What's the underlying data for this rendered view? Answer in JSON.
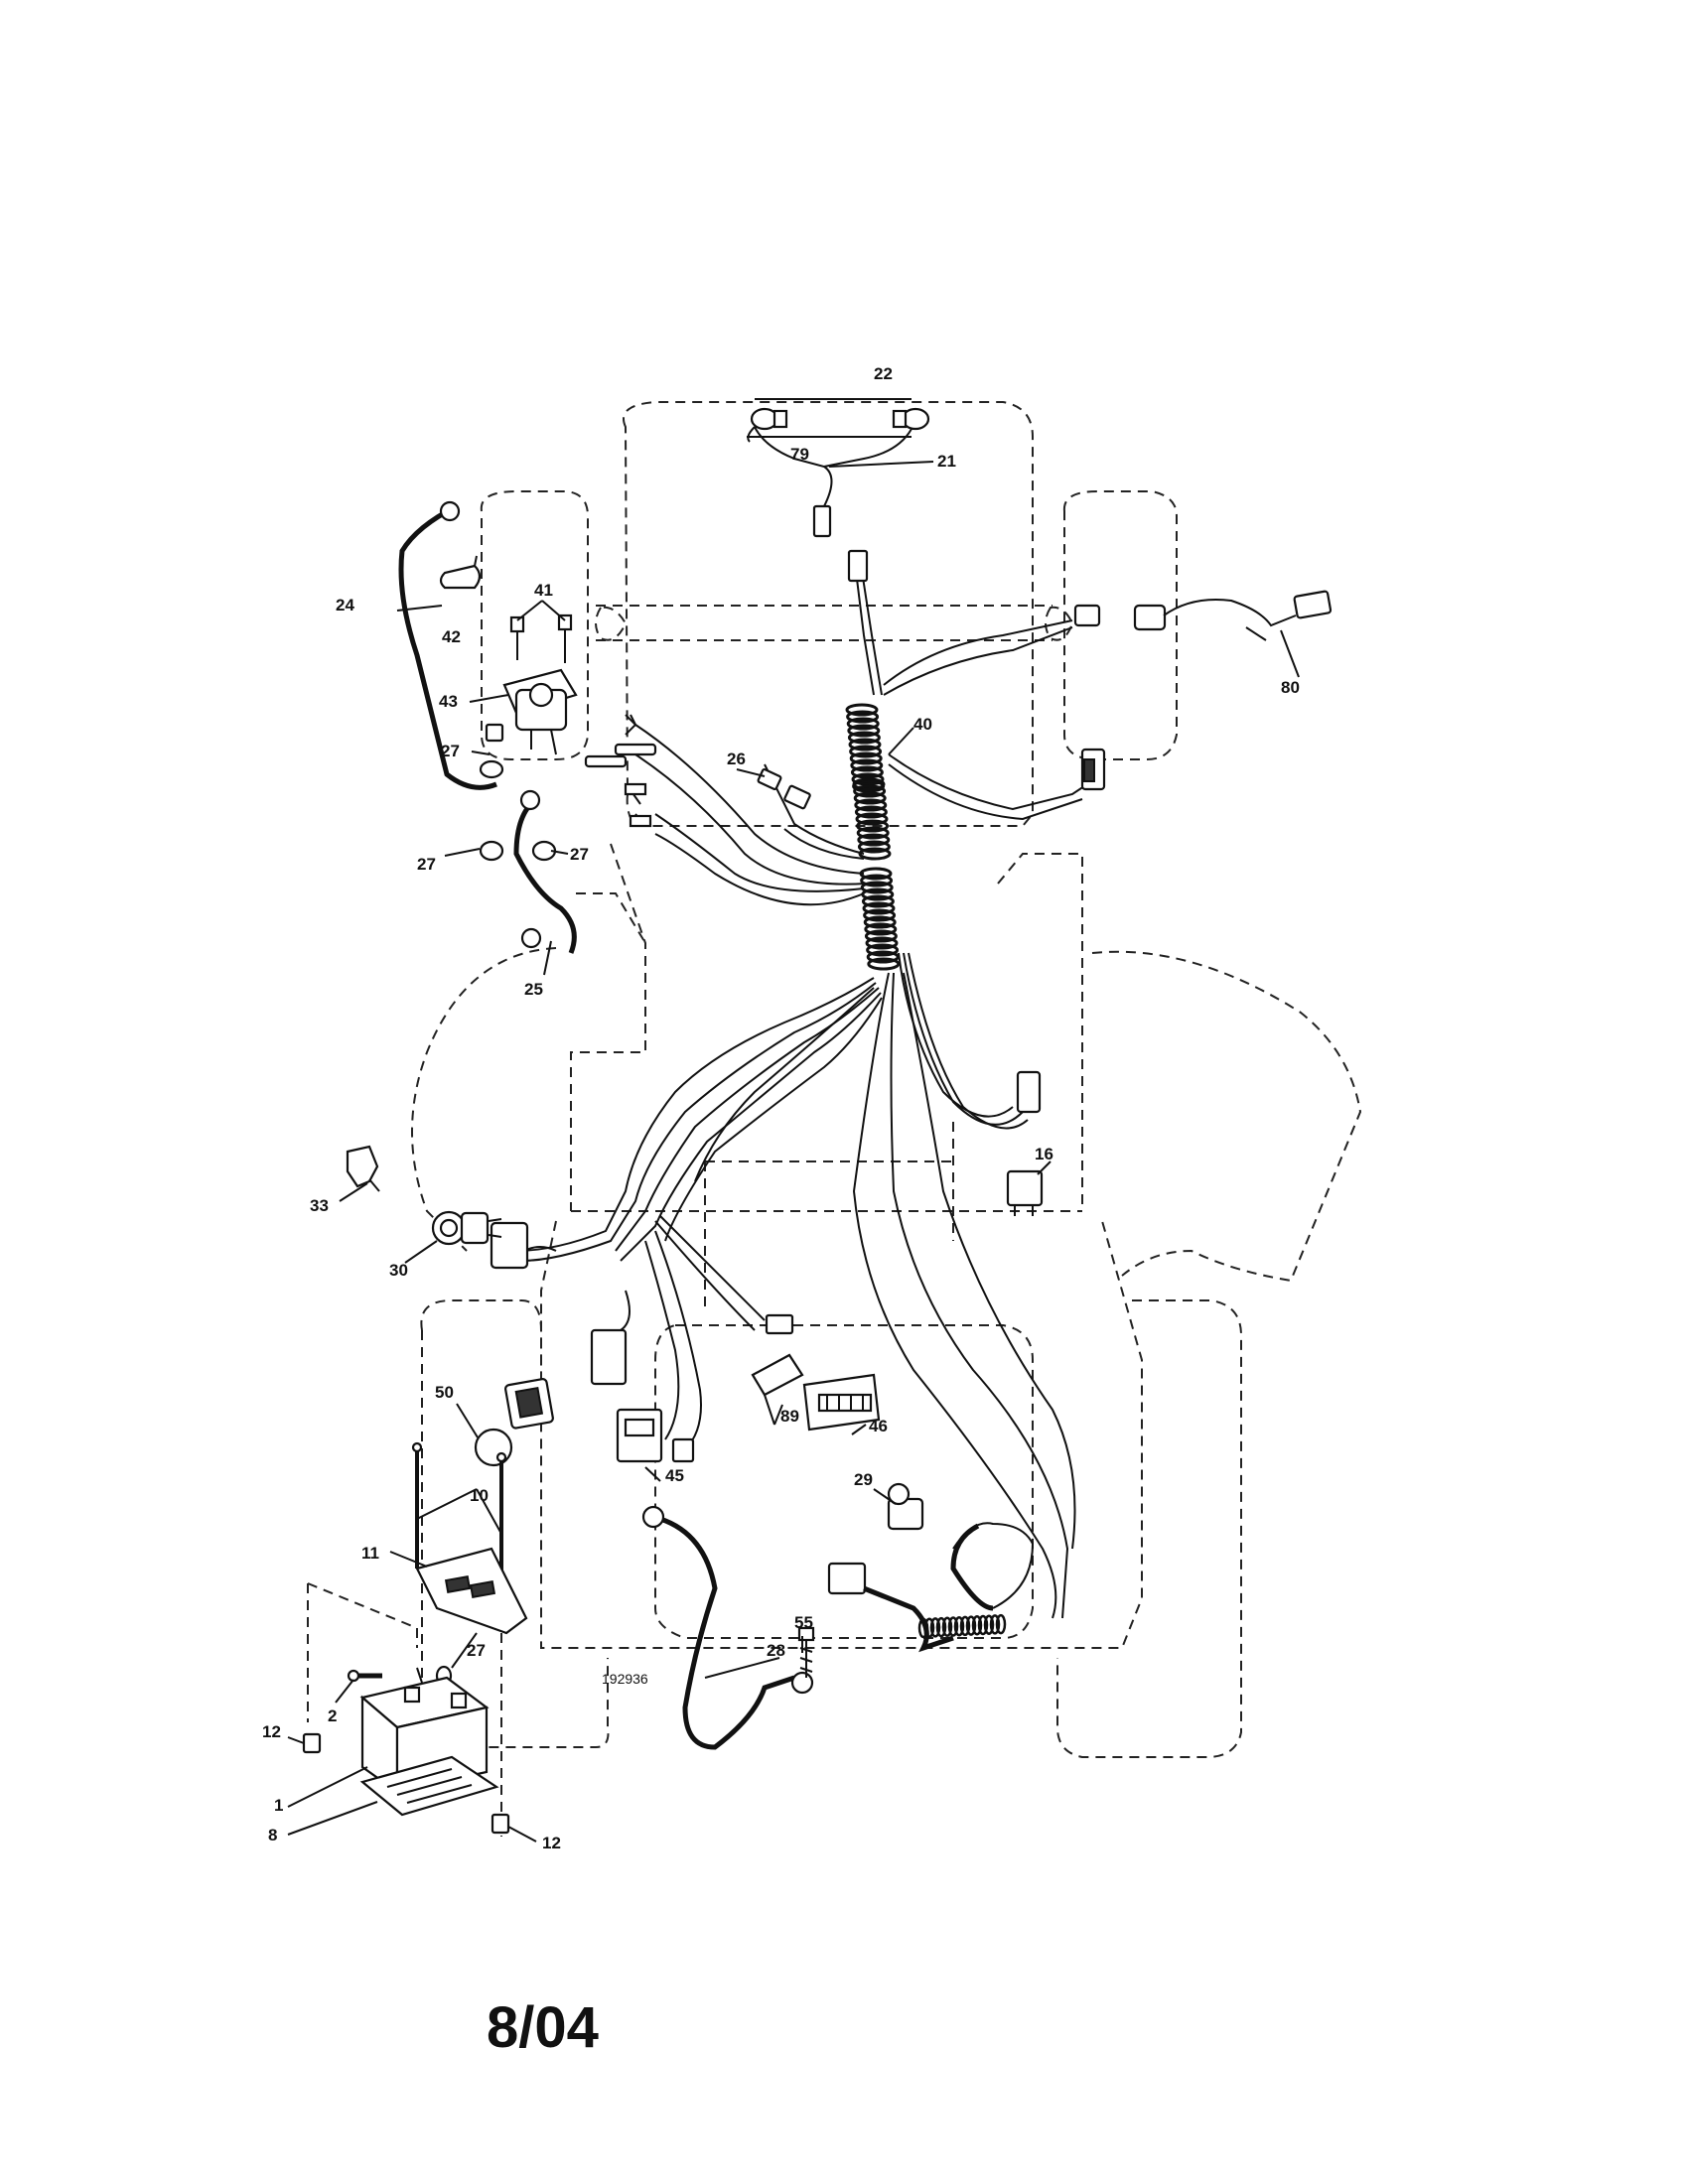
{
  "diagram": {
    "callouts": {
      "c1": "1",
      "c2": "2",
      "c8": "8",
      "c10": "10",
      "c11": "11",
      "c12a": "12",
      "c12b": "12",
      "c16": "16",
      "c21": "21",
      "c22": "22",
      "c24": "24",
      "c25": "25",
      "c26": "26",
      "c27a": "27",
      "c27b": "27",
      "c27c": "27",
      "c27d": "27",
      "c28": "28",
      "c29": "29",
      "c30": "30",
      "c33": "33",
      "c40": "40",
      "c41": "41",
      "c42": "42",
      "c43": "43",
      "c45": "45",
      "c46": "46",
      "c50": "50",
      "c55": "55",
      "c79": "79",
      "c80": "80",
      "c89": "89"
    },
    "drawing_number": "192936",
    "date_code": "8/04"
  }
}
